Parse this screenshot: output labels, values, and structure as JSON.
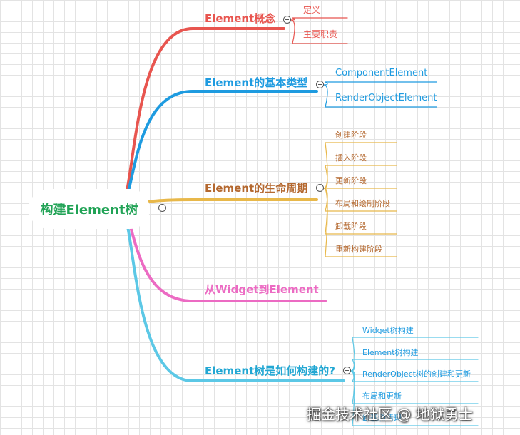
{
  "root": {
    "label": "构建Element树"
  },
  "branches": [
    {
      "label": "Element概念",
      "color": "#e8554f",
      "children": [
        "定义",
        "主要职责"
      ]
    },
    {
      "label": "Element的基本类型",
      "color": "#1e9be0",
      "children": [
        "ComponentElement",
        "RenderObjectElement"
      ]
    },
    {
      "label": "Element的生命周期",
      "color": "#e8b84a",
      "children": [
        "创建阶段",
        "插入阶段",
        "更新阶段",
        "布局和绘制阶段",
        "卸载阶段",
        "重新构建阶段"
      ]
    },
    {
      "label": "从Widget到Element",
      "color": "#ec6bc3",
      "children": []
    },
    {
      "label": "Element树是如何构建的?",
      "color": "#5cc8e6",
      "children": [
        "Widget树构建",
        "Element树构建",
        "RenderObject树的创建和更新",
        "布局和更新",
        "卸载和清理"
      ]
    }
  ],
  "watermark": "掘金技术社区 @ 地狱勇士"
}
